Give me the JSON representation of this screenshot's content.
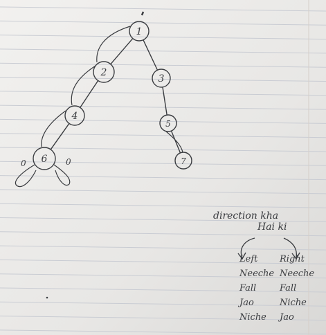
{
  "tree": {
    "nodes": [
      {
        "id": "n1",
        "label": "1"
      },
      {
        "id": "n2",
        "label": "2"
      },
      {
        "id": "n3",
        "label": "3"
      },
      {
        "id": "n4",
        "label": "4"
      },
      {
        "id": "n5",
        "label": "5"
      },
      {
        "id": "n6",
        "label": "6"
      },
      {
        "id": "n7",
        "label": "7"
      }
    ],
    "null_marks": {
      "left": "0",
      "right": "0"
    }
  },
  "notes": {
    "heading_line1": "direction kha",
    "heading_line2": "Hai ki",
    "left_column": [
      "Left",
      "Neeche",
      "Fall",
      "Jao",
      "Niche"
    ],
    "right_column": [
      "Right",
      "Neeche",
      "Fall",
      "Niche",
      "Jao"
    ]
  },
  "colors": {
    "paper": "#e9e8e6",
    "ruled_line": "#c9ccd3",
    "ink": "#3a3c40"
  }
}
